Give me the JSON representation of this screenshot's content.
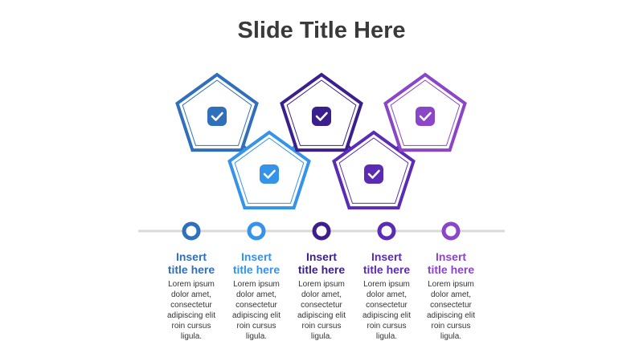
{
  "slide": {
    "title": "Slide Title Here"
  },
  "steps": [
    {
      "title_line1": "Insert",
      "title_line2": "title here",
      "body": [
        "Lorem ipsum",
        "dolor amet,",
        "consectetur",
        "adipiscing elit",
        "roin cursus",
        "ligula."
      ],
      "color": "#2f6fbb",
      "icon": "check-icon"
    },
    {
      "title_line1": "Insert",
      "title_line2": "title here",
      "body": [
        "Lorem ipsum",
        "dolor amet,",
        "consectetur",
        "adipiscing elit",
        "roin cursus",
        "ligula."
      ],
      "color": "#3593ea",
      "icon": "check-icon"
    },
    {
      "title_line1": "Insert",
      "title_line2": "title here",
      "body": [
        "Lorem ipsum",
        "dolor amet,",
        "consectetur",
        "adipiscing elit",
        "roin cursus",
        "ligula."
      ],
      "color": "#3b1f8f",
      "icon": "check-icon"
    },
    {
      "title_line1": "Insert",
      "title_line2": "title here",
      "body": [
        "Lorem ipsum",
        "dolor amet,",
        "consectetur",
        "adipiscing elit",
        "roin cursus",
        "ligula."
      ],
      "color": "#5a2cb6",
      "icon": "check-icon"
    },
    {
      "title_line1": "Insert",
      "title_line2": "title here",
      "body": [
        "Lorem ipsum",
        "dolor amet,",
        "consectetur",
        "adipiscing elit",
        "roin cursus",
        "ligula."
      ],
      "color": "#8a45c8",
      "icon": "check-icon"
    }
  ],
  "timeline": {
    "line_color": "#d9d9d9"
  }
}
